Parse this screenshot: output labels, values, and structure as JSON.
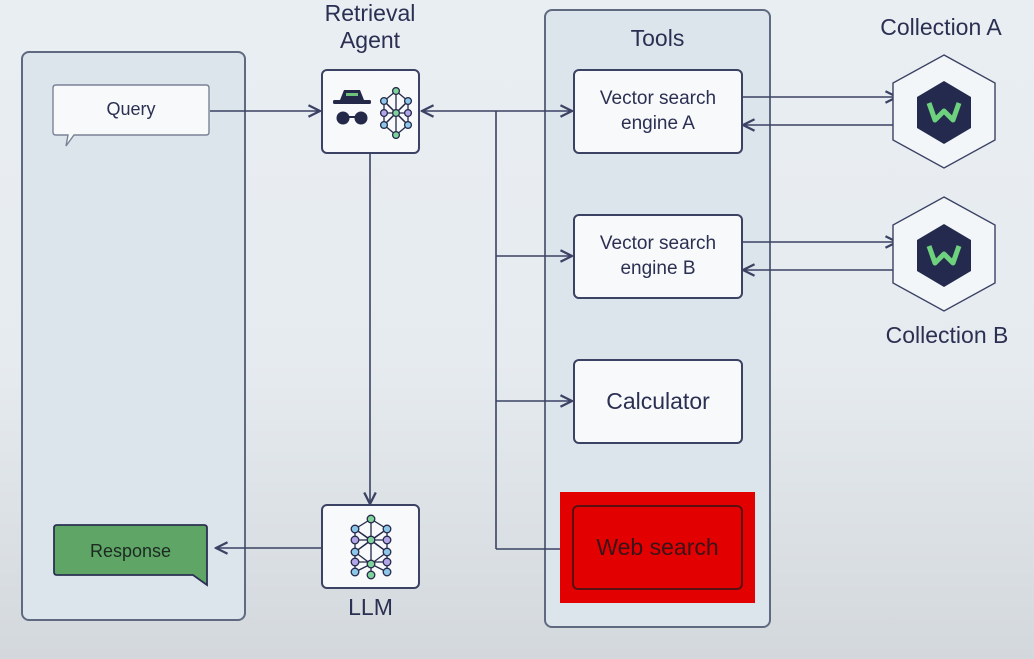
{
  "left_panel": {
    "query_label": "Query",
    "response_label": "Response"
  },
  "agent": {
    "label": "Retrieval\nAgent"
  },
  "llm": {
    "label": "LLM"
  },
  "tools": {
    "title": "Tools",
    "items": [
      {
        "label": "Vector search\nengine A"
      },
      {
        "label": "Vector search\nengine B"
      },
      {
        "label": "Calculator"
      },
      {
        "label": "Web search",
        "highlighted": true
      }
    ]
  },
  "collections": [
    {
      "label": "Collection A"
    },
    {
      "label": "Collection B"
    }
  ],
  "colors": {
    "ink": "#2b3052",
    "panel_fill": "#dde5ec",
    "response_fill": "#5fa566",
    "highlight": "#e30000",
    "db_dark": "#232a4e",
    "db_accent": "#6ed17e"
  },
  "icons": [
    "spy-icon",
    "neural-network-icon",
    "weaviate-logo-icon"
  ]
}
